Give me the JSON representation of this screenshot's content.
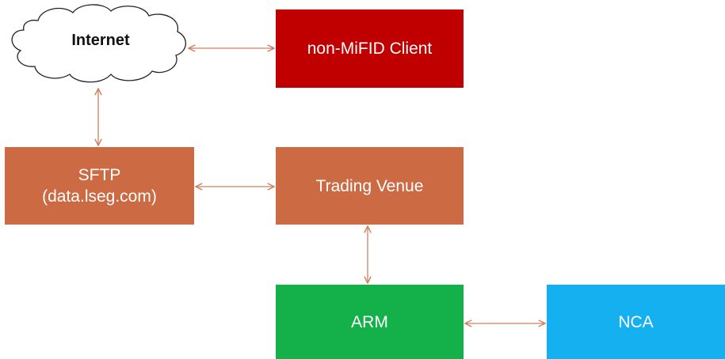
{
  "nodes": {
    "internet": {
      "label": "Internet"
    },
    "client": {
      "label": "non-MiFID Client",
      "color": "#c00000"
    },
    "sftp": {
      "line1": "SFTP",
      "line2": "(data.lseg.com)",
      "color": "#cc6a44"
    },
    "venue": {
      "label": "Trading Venue",
      "color": "#cc6a44"
    },
    "arm": {
      "label": "ARM",
      "color": "#14b14b"
    },
    "nca": {
      "label": "NCA",
      "color": "#15b0ef"
    }
  },
  "connector_color": "#d08060",
  "edges": [
    {
      "from": "internet",
      "to": "client",
      "direction": "both"
    },
    {
      "from": "internet",
      "to": "sftp",
      "direction": "both"
    },
    {
      "from": "sftp",
      "to": "venue",
      "direction": "both"
    },
    {
      "from": "venue",
      "to": "arm",
      "direction": "both"
    },
    {
      "from": "arm",
      "to": "nca",
      "direction": "both"
    }
  ]
}
